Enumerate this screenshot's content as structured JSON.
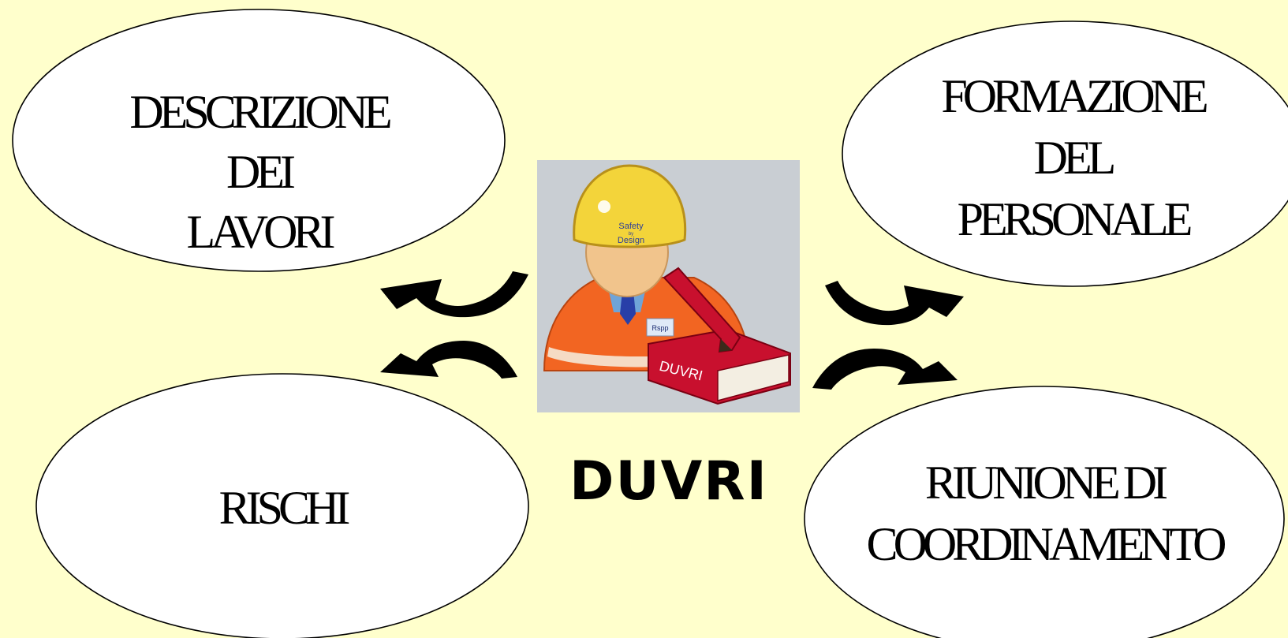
{
  "diagram": {
    "center": {
      "title": "DUVRI",
      "image": {
        "helmet_text_line1": "Safety",
        "helmet_text_line2": "by",
        "helmet_text_line3": "Design",
        "badge_text": "Rspp",
        "book_text": "DUVRI"
      }
    },
    "bubbles": {
      "top_left": {
        "lines": [
          "DESCRIZIONE",
          "DEI",
          "LAVORI"
        ]
      },
      "top_right": {
        "lines": [
          "FORMAZIONE",
          "DEL",
          "PERSONALE"
        ]
      },
      "bottom_left": {
        "lines": [
          "RISCHI"
        ]
      },
      "bottom_right": {
        "lines": [
          "RIUNIONE DI",
          "COORDINAMENTO"
        ]
      }
    },
    "colors": {
      "background": "#ffffcc",
      "bubble_fill": "#ffffff",
      "arrow": "#000000",
      "helmet": "#f3d43a",
      "vest": "#f26522",
      "book": "#c8102e",
      "image_background": "#c9ced3"
    }
  }
}
